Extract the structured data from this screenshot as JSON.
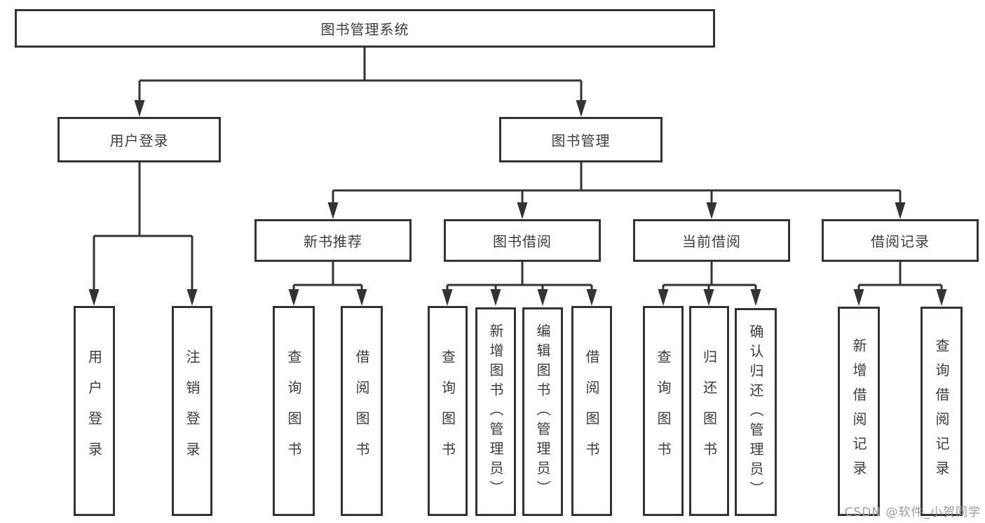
{
  "tree": {
    "root": "图书管理系统",
    "user_login": {
      "label": "用户登录",
      "children": {
        "login": "用户登录",
        "logout": "注销登录"
      }
    },
    "book_mgmt": {
      "label": "图书管理",
      "sections": {
        "new_book": {
          "label": "新书推荐",
          "children": {
            "query": "查询图书",
            "borrow": "借阅图书"
          }
        },
        "borrowing": {
          "label": "图书借阅",
          "children": {
            "query": "查询图书",
            "add": "新增图书（管理员）",
            "edit": "编辑图书（管理员）",
            "borrow": "借阅图书"
          }
        },
        "current": {
          "label": "当前借阅",
          "children": {
            "query": "查询图书",
            "return": "归还图书",
            "confirm": "确认归还（管理员）"
          }
        },
        "records": {
          "label": "借阅记录",
          "children": {
            "add": "新增借阅记录",
            "query": "查询借阅记录"
          }
        }
      }
    }
  },
  "watermark": "CSDN @软件_小贺同学",
  "colors": {
    "line": "#333333",
    "text": "#3d3d3d",
    "watermark": "#9c9c9c",
    "background": "#ffffff"
  }
}
